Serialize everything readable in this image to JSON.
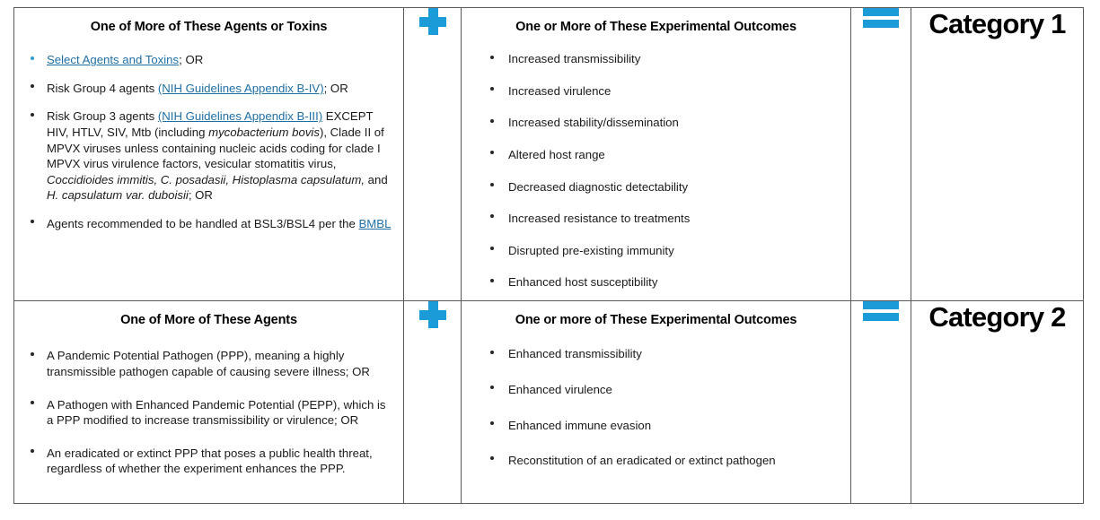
{
  "colors": {
    "accent_blue": "#1b9bd8",
    "link_blue": "#1f6fa5",
    "border_gray": "#5a5a5a",
    "text_black": "#000000"
  },
  "table": {
    "rows": [
      {
        "agents": {
          "title": "One of More of These Agents or Toxins",
          "items": [
            {
              "bullet_color": "blue",
              "segments": [
                {
                  "text": "Select Agents and Toxins",
                  "style": "link"
                },
                {
                  "text": "; OR",
                  "style": "plain"
                }
              ]
            },
            {
              "bullet_color": "black",
              "segments": [
                {
                  "text": "Risk Group 4 agents ",
                  "style": "plain"
                },
                {
                  "text": "(NIH Guidelines Appendix B-IV)",
                  "style": "link"
                },
                {
                  "text": "; OR",
                  "style": "plain"
                }
              ]
            },
            {
              "bullet_color": "black",
              "segments": [
                {
                  "text": "Risk Group 3 agents ",
                  "style": "plain"
                },
                {
                  "text": "(NIH Guidelines Appendix B-III)",
                  "style": "link"
                },
                {
                  "text": " EXCEPT HIV, HTLV, SIV, Mtb (including ",
                  "style": "plain"
                },
                {
                  "text": "mycobacterium bovis",
                  "style": "italic"
                },
                {
                  "text": "), Clade II of MPVX viruses unless containing nucleic acids coding for clade I MPVX virus virulence factors, vesicular stomatitis virus, ",
                  "style": "plain"
                },
                {
                  "text": "Coccidioides immitis, C. posadasii, Histoplasma capsulatum,",
                  "style": "italic"
                },
                {
                  "text": " and ",
                  "style": "plain"
                },
                {
                  "text": "H. capsulatum var. duboisii",
                  "style": "italic"
                },
                {
                  "text": "; OR",
                  "style": "plain"
                }
              ]
            },
            {
              "bullet_color": "black",
              "segments": [
                {
                  "text": "Agents recommended to be handled at BSL3/BSL4 per the ",
                  "style": "plain"
                },
                {
                  "text": "BMBL",
                  "style": "link"
                }
              ]
            }
          ]
        },
        "operator_plus": "plus-icon",
        "outcomes": {
          "title": "One or More of These Experimental Outcomes",
          "items": [
            "Increased transmissibility",
            "Increased virulence",
            "Increased stability/dissemination",
            "Altered host range",
            "Decreased diagnostic detectability",
            "Increased resistance to treatments",
            "Disrupted pre-existing immunity",
            "Enhanced host susceptibility"
          ]
        },
        "operator_equals": "equals-icon",
        "category": "Category 1"
      },
      {
        "agents": {
          "title": "One of More of These Agents",
          "items": [
            {
              "bullet_color": "black",
              "segments": [
                {
                  "text": "A Pandemic Potential Pathogen (PPP), meaning a highly transmissible pathogen capable of causing severe illness; OR",
                  "style": "plain"
                }
              ]
            },
            {
              "bullet_color": "black",
              "segments": [
                {
                  "text": "A Pathogen with Enhanced Pandemic Potential (PEPP), which is a PPP modified to increase transmissibility or virulence; OR",
                  "style": "plain"
                }
              ]
            },
            {
              "bullet_color": "black",
              "segments": [
                {
                  "text": "An eradicated or extinct PPP that poses a public health threat, regardless of whether the experiment enhances the PPP.",
                  "style": "plain"
                }
              ]
            }
          ]
        },
        "operator_plus": "plus-icon",
        "outcomes": {
          "title": "One or more of These Experimental Outcomes",
          "items": [
            "Enhanced transmissibility",
            "Enhanced virulence",
            "Enhanced immune evasion",
            "Reconstitution of an eradicated or extinct pathogen"
          ]
        },
        "operator_equals": "equals-icon",
        "category": "Category 2"
      }
    ]
  }
}
